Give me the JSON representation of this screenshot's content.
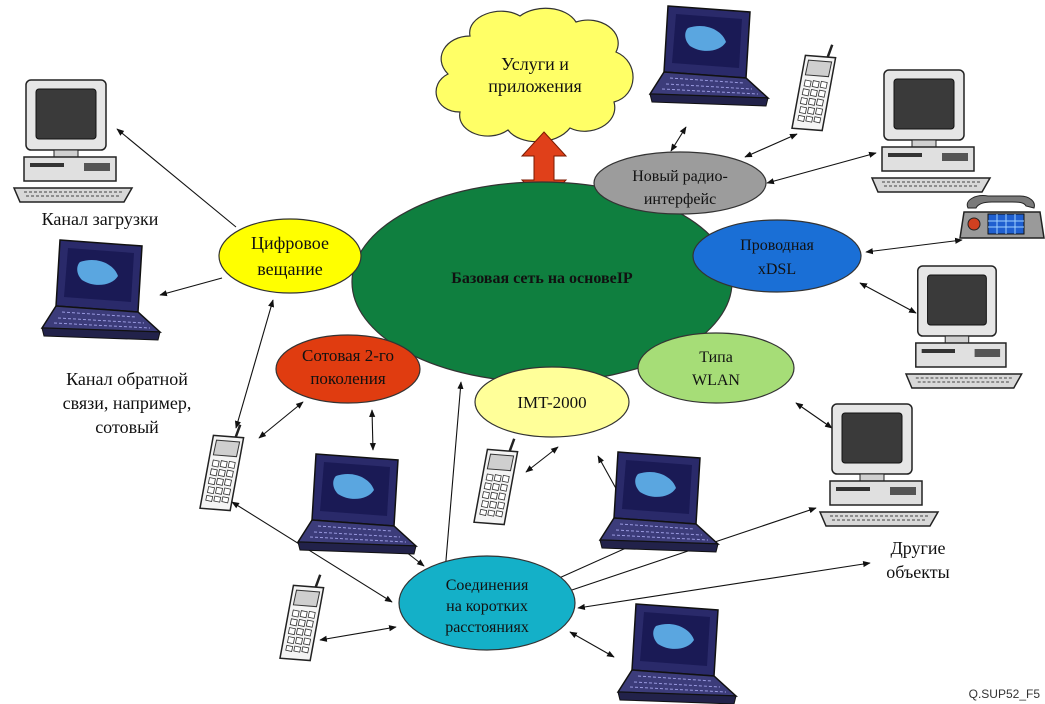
{
  "core": {
    "label": "Базовая сеть на основеIP"
  },
  "cloud": {
    "line1": "Услуги и",
    "line2": "приложения"
  },
  "nodes": {
    "new_radio": {
      "line1": "Новый радио-",
      "line2": "интерфейс"
    },
    "digital_broadcast": {
      "line1": "Цифровое",
      "line2": "вещание"
    },
    "wired": {
      "line1": "Проводная",
      "line2": "xDSL"
    },
    "cellular_2g": {
      "line1": "Сотовая 2-го",
      "line2": "поколения"
    },
    "wlan": {
      "line1": "Типа",
      "line2": "WLAN"
    },
    "imt2000": {
      "line1": "IMT-2000"
    },
    "short_range": {
      "line1": "Соединения",
      "line2": "на коротких",
      "line3": "расстояниях"
    }
  },
  "labels": {
    "download_channel": "Канал загрузки",
    "return_channel_1": "Канал обратной",
    "return_channel_2": "связи, например,",
    "return_channel_3": "сотовый",
    "other_objects_1": "Другие",
    "other_objects_2": "объекты"
  },
  "figure_id": "Q.SUP52_F5",
  "colors": {
    "core": "#0f7f3f",
    "cloud": "#ffff66",
    "new_radio": "#9c9c9c",
    "digital_broadcast": "#ffff00",
    "wired": "#1a6fd6",
    "cellular_2g": "#e03c10",
    "wlan": "#a6dd77",
    "imt2000": "#ffff99",
    "short_range": "#14b0c8",
    "big_arrow": "#e0401a"
  },
  "icons": [
    "desktop-computer-icon",
    "laptop-icon",
    "mobile-phone-icon",
    "telephone-icon"
  ]
}
